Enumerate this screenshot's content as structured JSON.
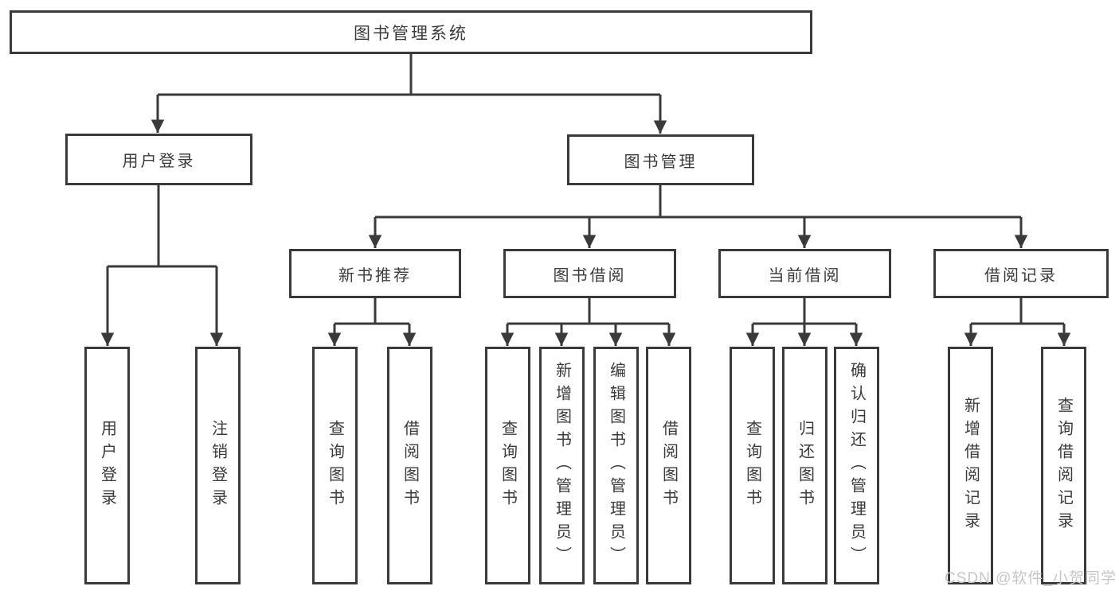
{
  "colors": {
    "line": "#3a3a3a",
    "text": "#3b3b3b",
    "box_fill": "#ffffff",
    "background": "#ffffff",
    "watermark": "#c6c6c6"
  },
  "nodes": {
    "root": "图书管理系统",
    "user_login": "用户登录",
    "book_mgmt": "图书管理",
    "new_book": "新书推荐",
    "book_borrow": "图书借阅",
    "current_borrow": "当前借阅",
    "borrow_record": "借阅记录",
    "leaves": {
      "user_login": "用户登录",
      "logout": "注销登录",
      "nb_query": "查询图书",
      "nb_borrow": "借阅图书",
      "bb_query": "查询图书",
      "bb_add": "新增图书（管理员）",
      "bb_edit": "编辑图书（管理员）",
      "bb_borrow": "借阅图书",
      "cb_query": "查询图书",
      "cb_return": "归还图书",
      "cb_confirm": "确认归还（管理员）",
      "br_add": "新增借阅记录",
      "br_query": "查询借阅记录"
    }
  },
  "watermark": "CSDN @软件_小贺同学"
}
